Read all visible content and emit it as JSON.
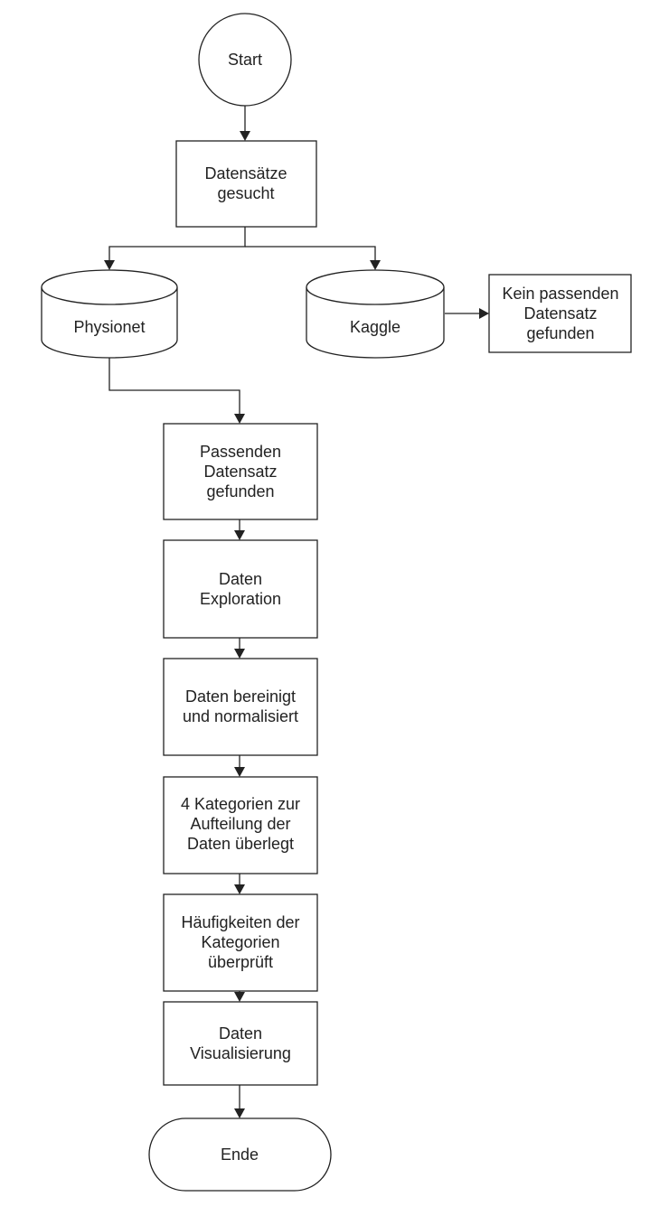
{
  "nodes": {
    "start": {
      "label": [
        "Start"
      ]
    },
    "search": {
      "label": [
        "Datensätze",
        "gesucht"
      ]
    },
    "physionet": {
      "label": [
        "Physionet"
      ]
    },
    "kaggle": {
      "label": [
        "Kaggle"
      ]
    },
    "no_match": {
      "label": [
        "Kein passenden",
        "Datensatz",
        "gefunden"
      ]
    },
    "match": {
      "label": [
        "Passenden",
        "Datensatz",
        "gefunden"
      ]
    },
    "exploration": {
      "label": [
        "Daten",
        "Exploration"
      ]
    },
    "cleaning": {
      "label": [
        "Daten bereinigt",
        "und normalisiert"
      ]
    },
    "categories": {
      "label": [
        "4 Kategorien zur",
        "Aufteilung der",
        "Daten überlegt"
      ]
    },
    "frequencies": {
      "label": [
        "Häufigkeiten der",
        "Kategorien",
        "überprüft"
      ]
    },
    "visualization": {
      "label": [
        "Daten",
        "Visualisierung"
      ]
    },
    "end": {
      "label": [
        "Ende"
      ]
    }
  }
}
